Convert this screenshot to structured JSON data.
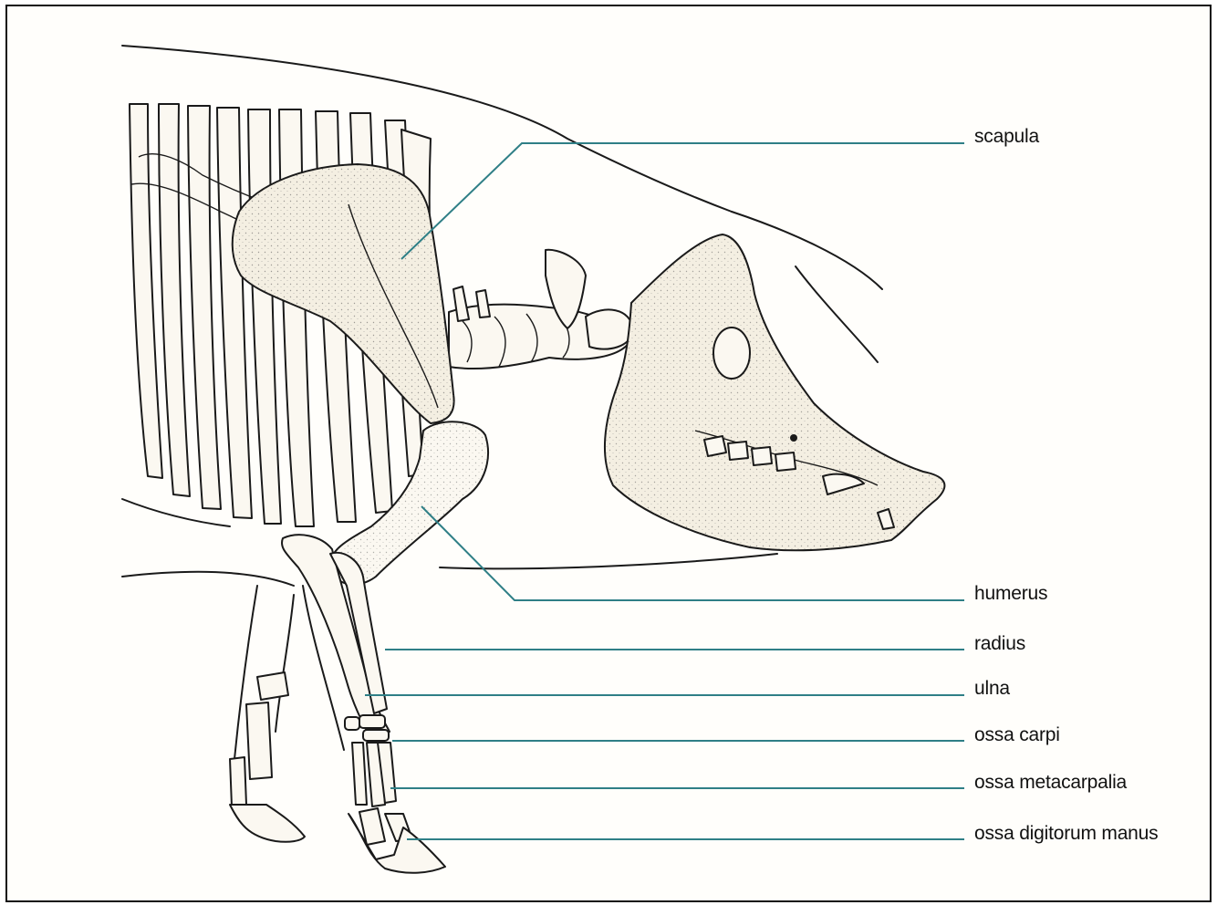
{
  "labels": {
    "scapula": "scapula",
    "humerus": "humerus",
    "radius": "radius",
    "ulna": "ulna",
    "ossa_carpi": "ossa carpi",
    "ossa_metacarpalia": "ossa metacarpalia",
    "ossa_digitorum_manus": "ossa digitorum manus"
  },
  "colors": {
    "leader_line": "#2f7f86",
    "outline": "#1a1a1a",
    "bone_fill": "#fbf8f1"
  }
}
